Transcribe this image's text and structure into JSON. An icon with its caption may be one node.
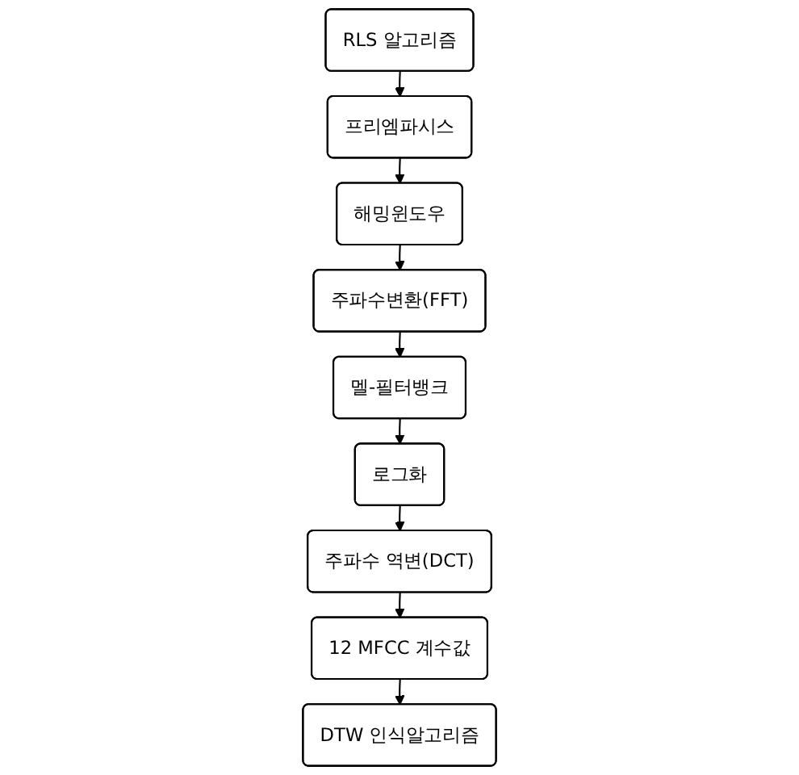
{
  "diagram": {
    "nodes": [
      {
        "text": [
          "RLS 알고리즘"
        ]
      },
      {
        "text": [
          "프리엠파시스"
        ]
      },
      {
        "text": [
          "해밍윈도우"
        ]
      },
      {
        "text": [
          "주파수변환(FFT)"
        ]
      },
      {
        "text": [
          "멜-필터뱅크"
        ]
      },
      {
        "text": [
          "로그화"
        ]
      },
      {
        "text": [
          "주파수 역변(DCT)"
        ]
      },
      {
        "text": [
          "12 MFCC 계수값"
        ]
      },
      {
        "text": [
          "DTW 인식알고리즘"
        ]
      }
    ],
    "edges": [
      {
        "from": 0,
        "to": 1,
        "arrow": "to"
      },
      {
        "from": 1,
        "to": 2,
        "arrow": "to"
      },
      {
        "from": 2,
        "to": 3,
        "arrow": "to"
      },
      {
        "from": 3,
        "to": 4,
        "arrow": "to"
      },
      {
        "from": 4,
        "to": 5,
        "arrow": "to"
      },
      {
        "from": 5,
        "to": 6,
        "arrow": "to"
      },
      {
        "from": 6,
        "to": 7,
        "arrow": "to"
      },
      {
        "from": 7,
        "to": 8,
        "arrow": "to"
      }
    ]
  }
}
